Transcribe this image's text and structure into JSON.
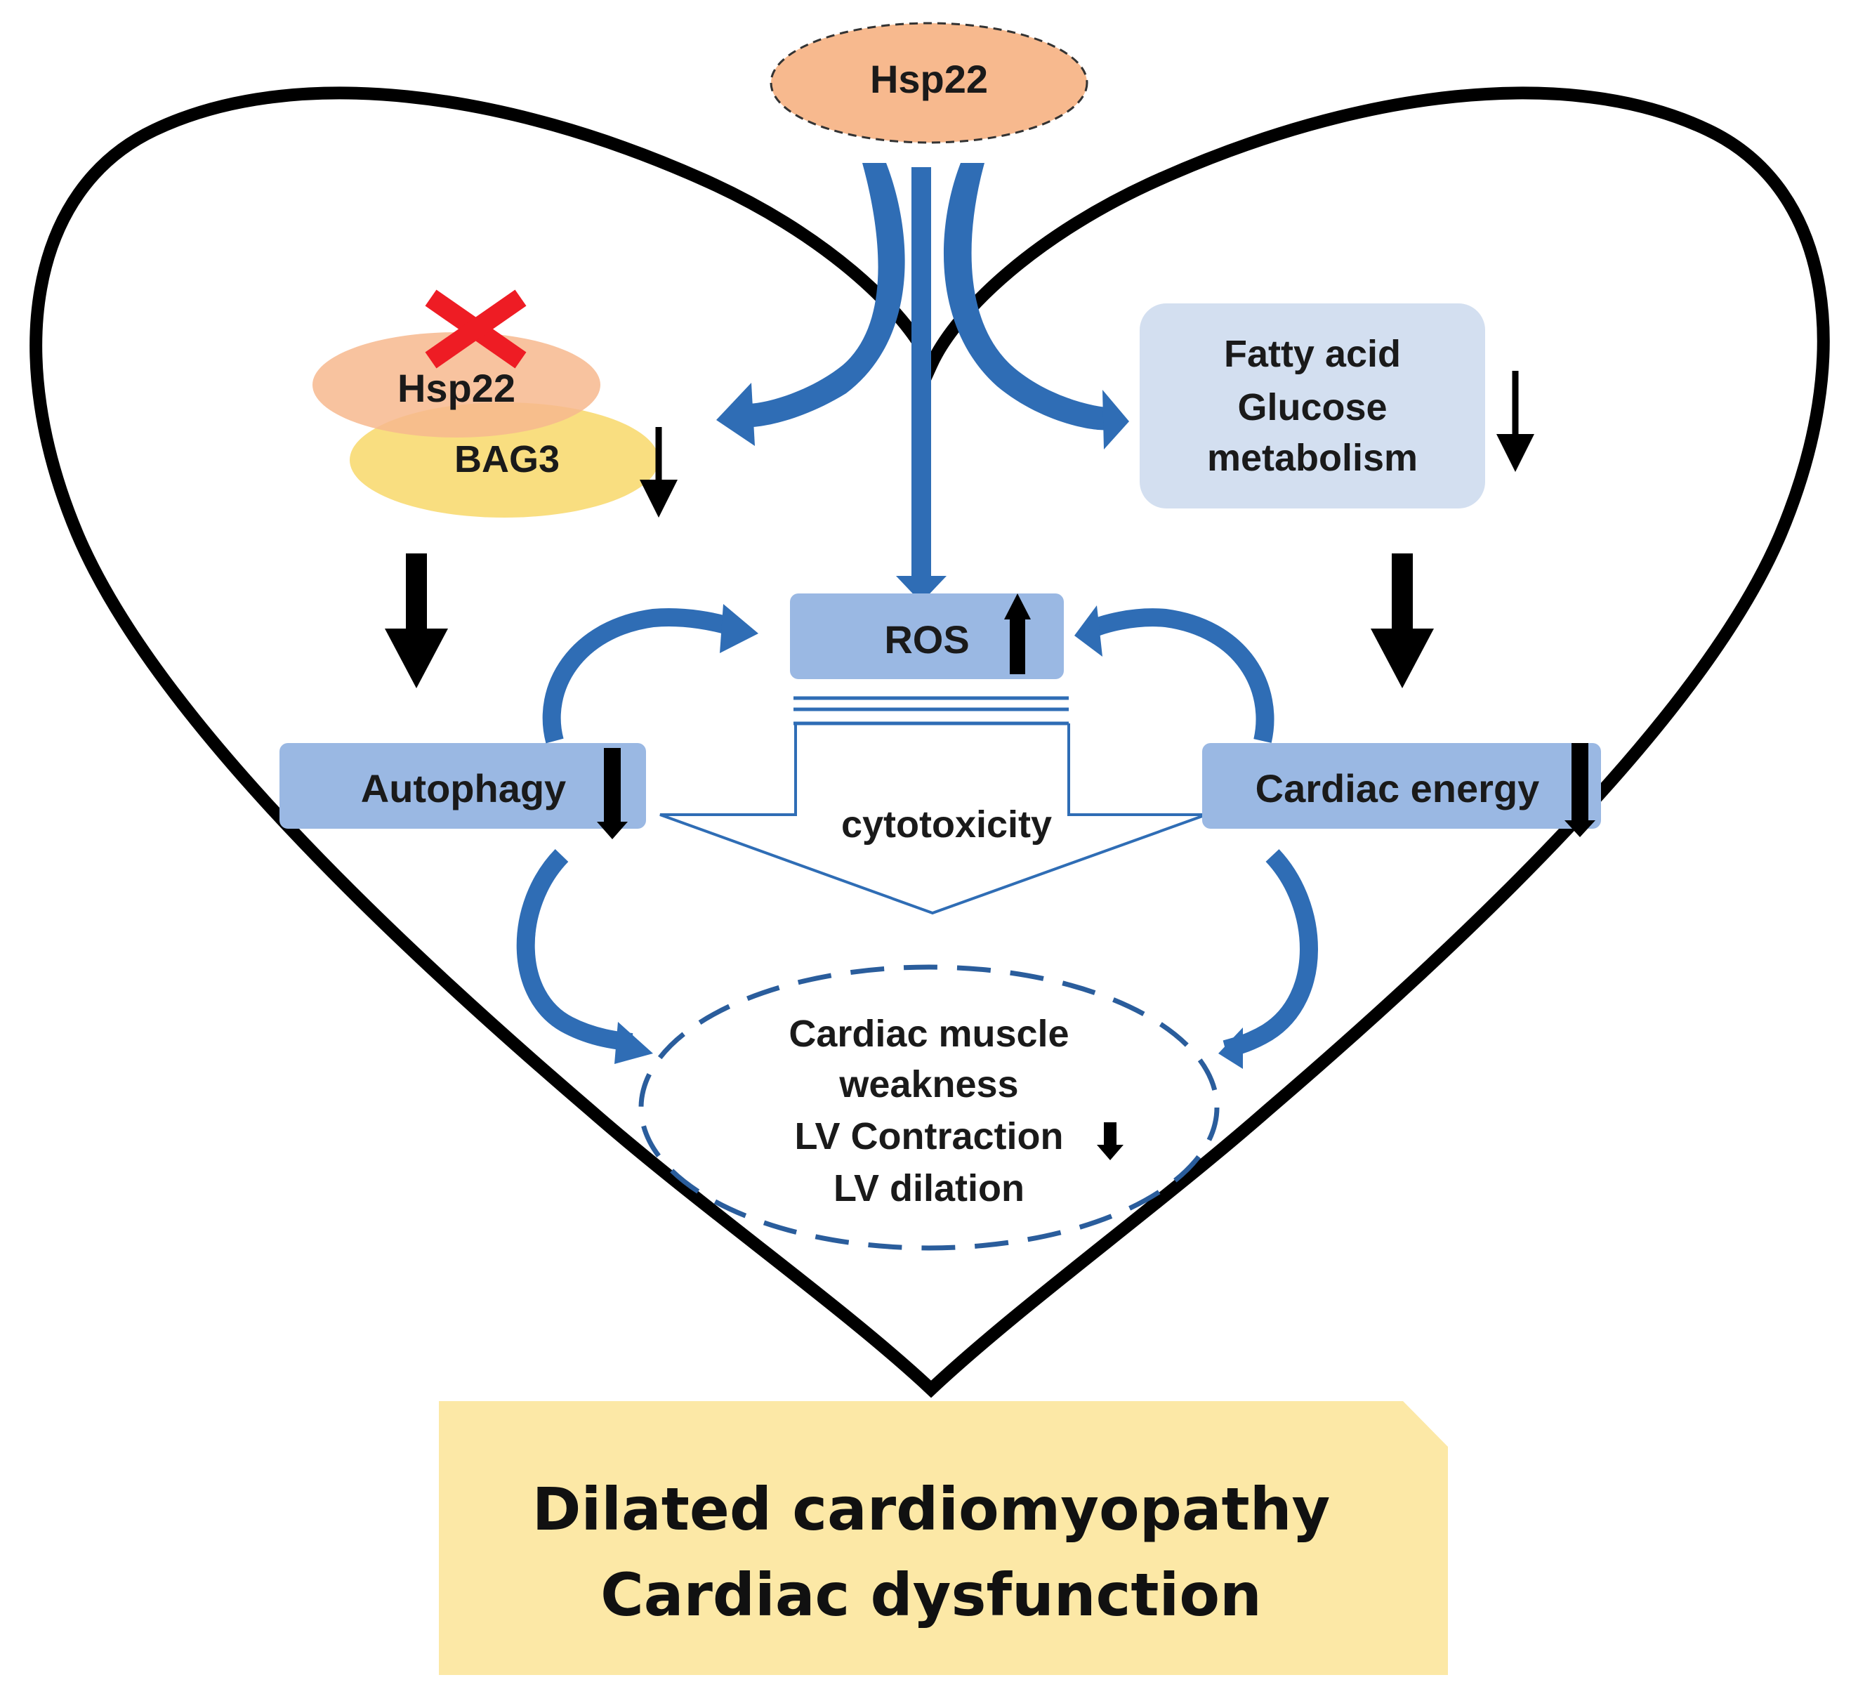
{
  "nodes": {
    "hsp22_top": "Hsp22",
    "hsp22_complex": "Hsp22",
    "bag3": "BAG3",
    "metabolism": [
      "Fatty acid",
      "Glucose",
      "metabolism"
    ],
    "ros": "ROS",
    "autophagy": "Autophagy",
    "cardiac_energy": "Cardiac energy",
    "cytotoxicity": "cytotoxicity",
    "effects": [
      "Cardiac muscle",
      "weakness",
      "LV Contraction",
      "LV dilation"
    ]
  },
  "outcome": [
    "Dilated cardiomyopathy",
    "Cardiac dysfunction"
  ],
  "colors": {
    "heart_outline": "#000000",
    "pathway_blue": "#2f6db5",
    "box_blue": "#9ab8e3",
    "box_light_blue": "#d3dff0",
    "hsp22_orange": "#f7b98e",
    "bag3_yellow": "#f8d86a",
    "outcome_yellow": "#fce8a6",
    "knockout_red": "#ee1c24"
  }
}
